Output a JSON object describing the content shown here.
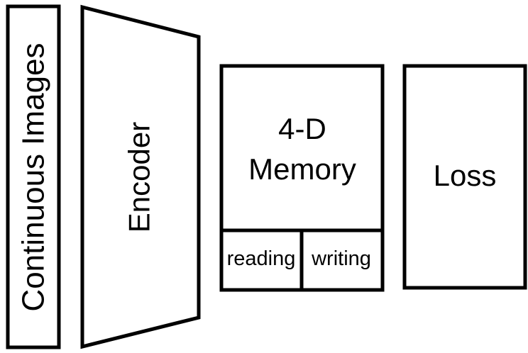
{
  "blocks": {
    "input": {
      "label": "Continuous Images"
    },
    "encoder": {
      "label": "Encoder"
    },
    "memory": {
      "label_line1": "4-D",
      "label_line2": "Memory",
      "reading_label": "reading",
      "writing_label": "writing"
    },
    "loss": {
      "label": "Loss"
    }
  },
  "colors": {
    "stroke": "#000000",
    "fill": "#ffffff",
    "text": "#000000"
  }
}
